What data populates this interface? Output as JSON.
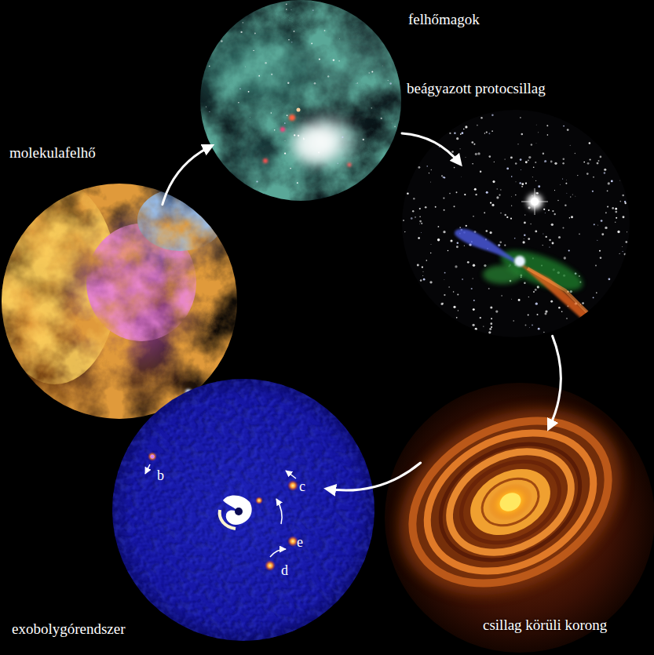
{
  "diagram": {
    "nodes": [
      {
        "text": [
          "molekulafelhő"
        ]
      },
      {
        "text": [
          "felhőmagok"
        ]
      },
      {
        "text": [
          "beágyazott protocsillag"
        ]
      },
      {
        "text": [
          "csillag körüli korong"
        ]
      },
      {
        "text": [
          "exobolygórendszer"
        ]
      }
    ],
    "edges": [
      {
        "from": 0,
        "to": 1,
        "arrow": "to"
      },
      {
        "from": 1,
        "to": 2,
        "arrow": "to"
      },
      {
        "from": 2,
        "to": 3,
        "arrow": "to"
      },
      {
        "from": 3,
        "to": 4,
        "arrow": "to"
      }
    ],
    "labels": [
      "b",
      "c",
      "e",
      "d"
    ]
  }
}
